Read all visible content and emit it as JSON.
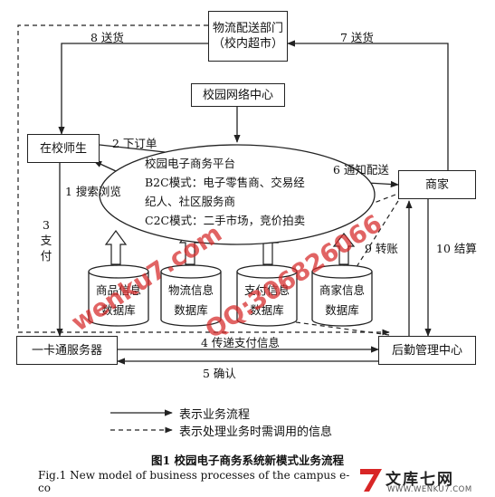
{
  "nodes": {
    "logistics": "物流配送部门（校内超市）",
    "network_center": "校园网络中心",
    "teachers_students": "在校师生",
    "merchant": "商家",
    "card_server": "一卡通服务器",
    "logistics_center": "后勤管理中心"
  },
  "platform": {
    "lines": [
      "校园电子商务平台",
      "B2C模式：电子零售商、交易经",
      "纪人、社区服务商",
      "C2C模式：二手市场，竞价拍卖"
    ]
  },
  "databases": [
    {
      "line1": "商品信息",
      "line2": "数据库"
    },
    {
      "line1": "物流信息",
      "line2": "数据库"
    },
    {
      "line1": "支付信息",
      "line2": "数据库"
    },
    {
      "line1": "商家信息",
      "line2": "数据库"
    }
  ],
  "edges": {
    "e1": "1 搜索浏览",
    "e2": "2 下订单",
    "e3a": "3",
    "e3b": "支",
    "e3c": "付",
    "e4": "4 传递支付信息",
    "e5": "5 确认",
    "e6": "6 通知配送",
    "e7": "7 送货",
    "e8": "8 送货",
    "e9": "9 转账",
    "e10": "10 结算"
  },
  "legend": {
    "solid": "表示业务流程",
    "dashed": "表示处理业务时需调用的信息"
  },
  "caption": {
    "cn": "图1  校园电子商务系统新模式业务流程",
    "en": "Fig.1 New model of business processes of the campus e-co"
  },
  "watermarks": {
    "site": "wenku7.com",
    "qq": "QQ:306826066",
    "logo_cn": "文库七网",
    "logo_url": "WWW.WENKU7.COM"
  }
}
